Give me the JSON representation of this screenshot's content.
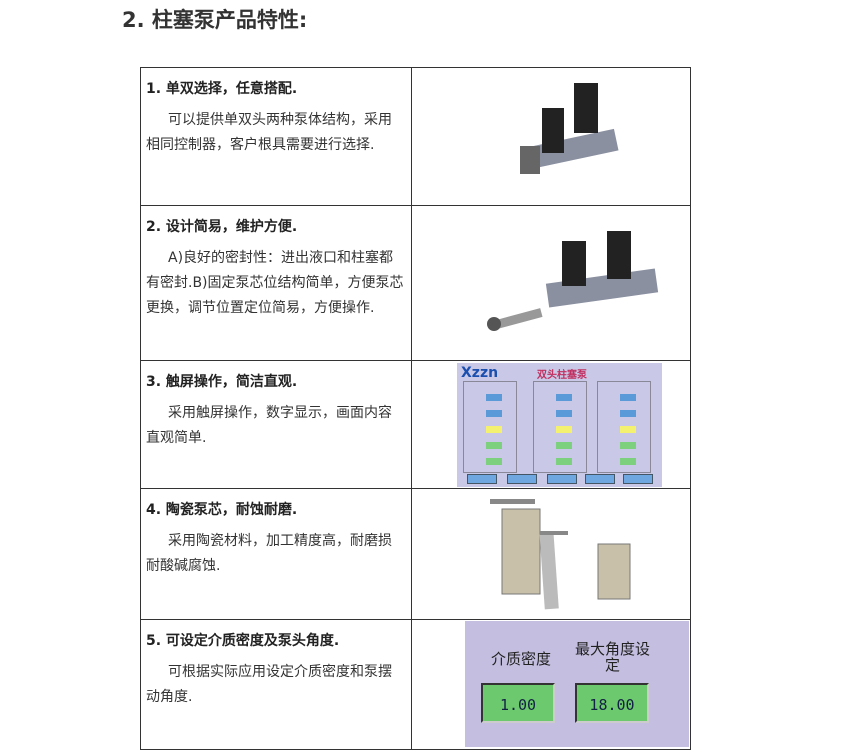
{
  "heading": "2.  柱塞泵产品特性:",
  "rows": [
    {
      "title": "1. 单双选择，任意搭配.",
      "body": "可以提供单双头两种泵体结构，采用相同控制器，客户根具需要进行选择."
    },
    {
      "title": "2. 设计简易，维护方便.",
      "body": "A)良好的密封性：进出液口和柱塞都有密封.B)固定泵芯位结构简单，方便泵芯更换，调节位置定位简易，方便操作."
    },
    {
      "title": "3. 触屏操作，简洁直观.",
      "body": "采用触屏操作，数字显示，画面内容直观简单."
    },
    {
      "title": "4. 陶瓷泵芯，耐蚀耐磨.",
      "body": "采用陶瓷材料，加工精度高，耐磨损耐酸碱腐蚀."
    },
    {
      "title": "5. 可设定介质密度及泵头角度.",
      "body": "可根据实际应用设定介质密度和泵摆动角度."
    }
  ],
  "hmi": {
    "logo": "Xzzn",
    "title": "双头柱塞泵"
  },
  "settings": {
    "density_label": "介质密度",
    "density_value": "1.00",
    "angle_label": "最大角度设定",
    "angle_value": "18.00"
  }
}
